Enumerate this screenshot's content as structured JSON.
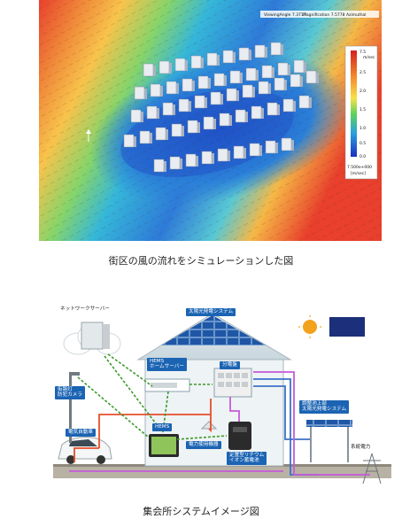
{
  "simulation": {
    "toolbar": {
      "viewing_angle": "ViewingAngle  7.3717",
      "magnification": "Magnification  7.5778",
      "azimuthal": "Azimuthal"
    },
    "legend": {
      "unit": "m/sec",
      "ticks": [
        "7.5",
        "2.5",
        "2.0",
        "1.5",
        "1.0",
        "0.5",
        "0.0"
      ],
      "footer_value": "7.500e+000",
      "footer_unit": "[m/sec]"
    },
    "colors": {
      "high": "#e8312a",
      "mid": "#f6c04a",
      "low": "#1e5fd0"
    }
  },
  "caption_simulation": "街区の風の流れをシミュレーションした図",
  "system": {
    "network_server": "ネットワークサーバー",
    "solar_house": "太陽光発電システム",
    "hems_home_server": "HEMS\nホームサーバー",
    "distribution_board": "分電盤",
    "street_light_camera": "街路灯\n防犯カメラ",
    "electric_car": "電気自動車",
    "hems": "HEMS",
    "power_devices": "電力使用機器",
    "battery": "定置型リチウム\nイオン蓄電池",
    "pond_solar": "調整池上部\n太陽光発電システム",
    "grid_power": "系統電力"
  },
  "caption_system": "集会所システムイメージ図"
}
